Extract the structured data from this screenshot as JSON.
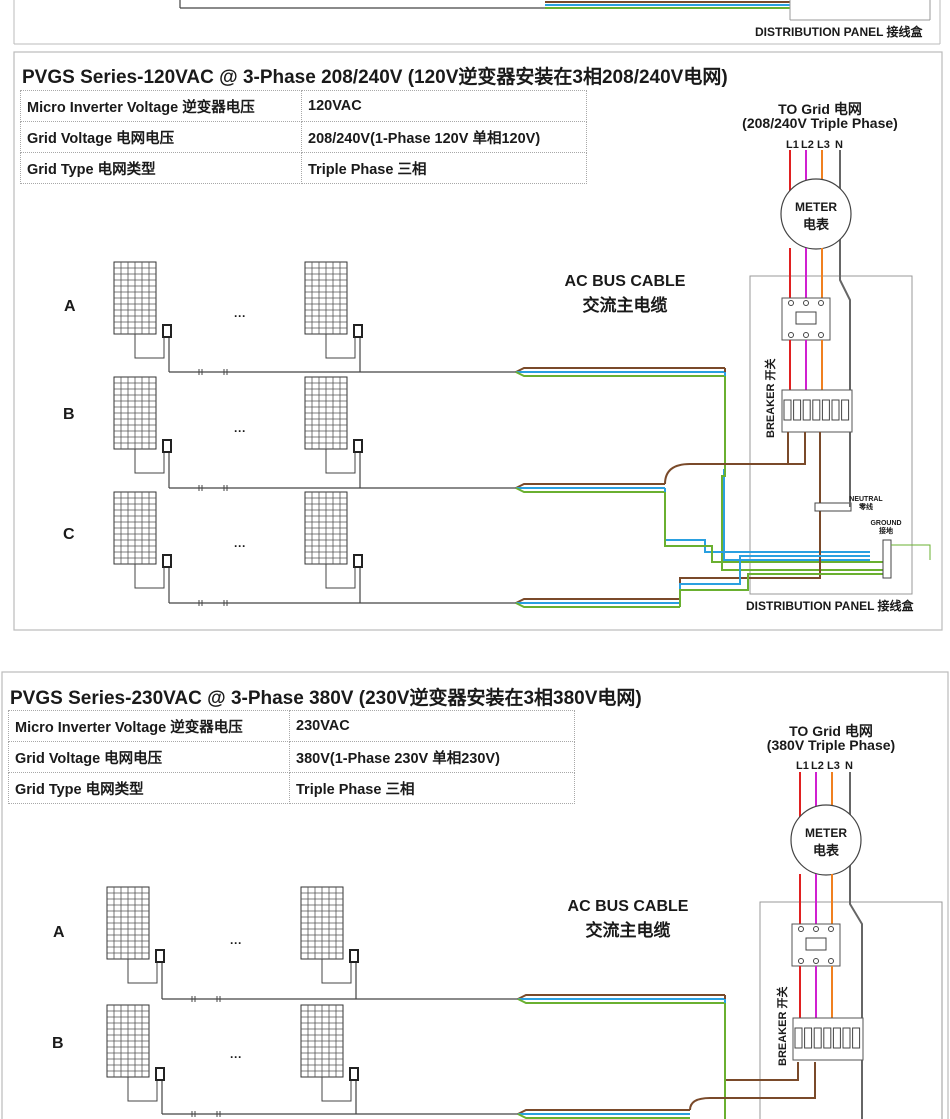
{
  "top_fragment": {
    "panel_label": "DISTRIBUTION PANEL 接线盒"
  },
  "sections": [
    {
      "title": "PVGS Series-120VAC @ 3-Phase 208/240V (120V逆变器安装在3相208/240V电网)",
      "specs": [
        {
          "label": "Micro Inverter Voltage 逆变器电压",
          "value": "120VAC"
        },
        {
          "label": "Grid  Voltage 电网电压",
          "value": "208/240V(1-Phase 120V 单相120V)"
        },
        {
          "label": "Grid Type 电网类型",
          "value": "Triple Phase 三相"
        }
      ],
      "grid_title": "TO Grid 电网",
      "grid_subtitle": "(208/240V Triple Phase)",
      "phase_labels": [
        "L1",
        "L2",
        "L3",
        "N"
      ],
      "meter_line1": "METER",
      "meter_line2": "电表",
      "bus_cable_line1": "AC BUS CABLE",
      "bus_cable_line2": "交流主电缆",
      "rows": [
        "A",
        "B",
        "C"
      ],
      "breaker_label": "BREAKER 开关",
      "neutral_line1": "NEUTRAL",
      "neutral_line2": "零线",
      "ground_line1": "GROUND",
      "ground_line2": "接地",
      "panel_label": "DISTRIBUTION PANEL 接线盒",
      "dots": "··· "
    },
    {
      "title": "PVGS Series-230VAC @ 3-Phase 380V (230V逆变器安装在3相380V电网)",
      "specs": [
        {
          "label": "Micro Inverter Voltage 逆变器电压",
          "value": "230VAC"
        },
        {
          "label": "Grid  Voltage 电网电压",
          "value": "380V(1-Phase 230V 单相230V)"
        },
        {
          "label": "Grid Type 电网类型",
          "value": "Triple Phase 三相"
        }
      ],
      "grid_title": "TO Grid 电网",
      "grid_subtitle": "(380V Triple Phase)",
      "phase_labels": [
        "L1",
        "L2",
        "L3",
        "N"
      ],
      "meter_line1": "METER",
      "meter_line2": "电表",
      "bus_cable_line1": "AC BUS CABLE",
      "bus_cable_line2": "交流主电缆",
      "rows": [
        "A",
        "B"
      ],
      "breaker_label": "BREAKER 开关",
      "dots": "··· "
    }
  ],
  "colors": {
    "red": "#e02020",
    "magenta": "#d020d0",
    "orange": "#f08020",
    "gray": "#666666",
    "brown": "#7a4a2a",
    "blue": "#2aa0e0",
    "green": "#6ab030",
    "panel_border": "#999999"
  }
}
